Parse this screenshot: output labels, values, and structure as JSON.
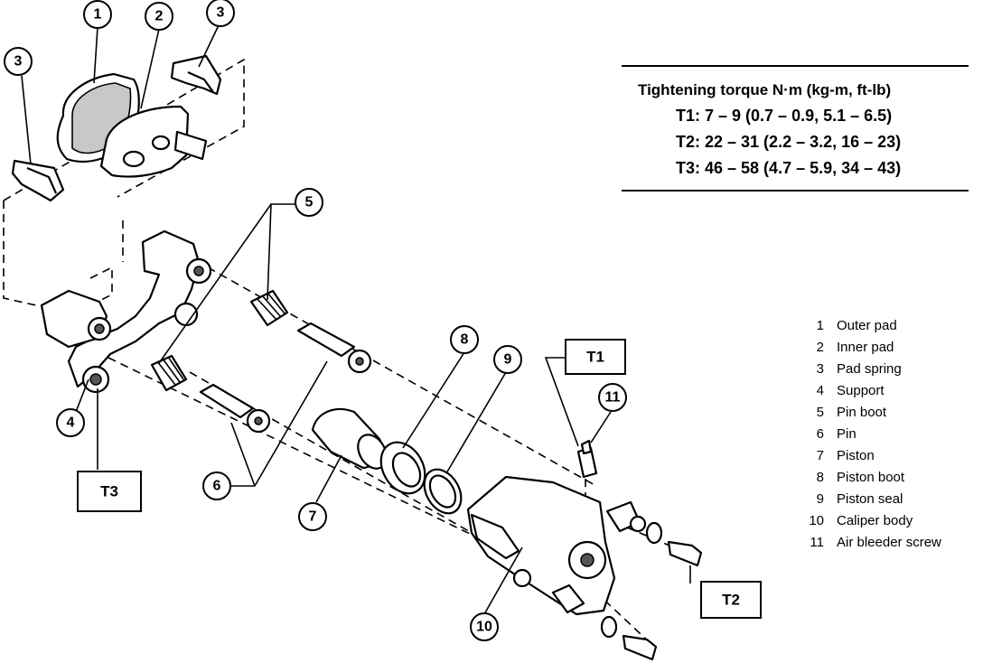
{
  "torque": {
    "title": "Tightening torque  N·m (kg-m, ft-lb)",
    "rows": [
      {
        "id": "T1",
        "text": "T1: 7 – 9 (0.7 – 0.9, 5.1 – 6.5)"
      },
      {
        "id": "T2",
        "text": "T2: 22 – 31 (2.2 – 3.2, 16 – 23)"
      },
      {
        "id": "T3",
        "text": "T3: 46 – 58 (4.7 – 5.9, 34 – 43)"
      }
    ]
  },
  "legend": [
    {
      "no": "1",
      "name": "Outer pad"
    },
    {
      "no": "2",
      "name": "Inner pad"
    },
    {
      "no": "3",
      "name": "Pad spring"
    },
    {
      "no": "4",
      "name": "Support"
    },
    {
      "no": "5",
      "name": "Pin boot"
    },
    {
      "no": "6",
      "name": "Pin"
    },
    {
      "no": "7",
      "name": "Piston"
    },
    {
      "no": "8",
      "name": "Piston boot"
    },
    {
      "no": "9",
      "name": "Piston seal"
    },
    {
      "no": "10",
      "name": "Caliper body"
    },
    {
      "no": "11",
      "name": "Air bleeder screw"
    }
  ],
  "callouts": [
    "1",
    "2",
    "3",
    "3",
    "4",
    "5",
    "6",
    "7",
    "8",
    "9",
    "10",
    "11"
  ],
  "torque_boxes": [
    "T1",
    "T2",
    "T3"
  ]
}
